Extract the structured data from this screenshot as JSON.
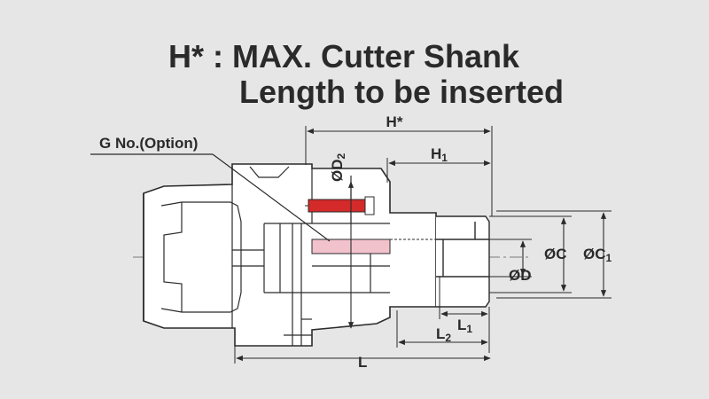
{
  "title": {
    "line1": "H* : MAX. Cutter Shank",
    "line2": "Length to be inserted"
  },
  "labels": {
    "g_no": "G No.(Option)",
    "h_star": "H*",
    "h1": "H",
    "h1_sub": "1",
    "d2": "ØD",
    "d2_sub": "2",
    "c": "ØC",
    "c1": "ØC",
    "c1_sub": "1",
    "d": "ØD",
    "l1": "L",
    "l1_sub": "1",
    "l2": "L",
    "l2_sub": "2",
    "l": "L"
  },
  "colors": {
    "background": "#e6e6e6",
    "body_fill": "#ffffff",
    "outline": "#2b2b2b",
    "screw": "#d42a2a",
    "insert_zone": "#f2c2cc",
    "text": "#2a2a2a"
  }
}
